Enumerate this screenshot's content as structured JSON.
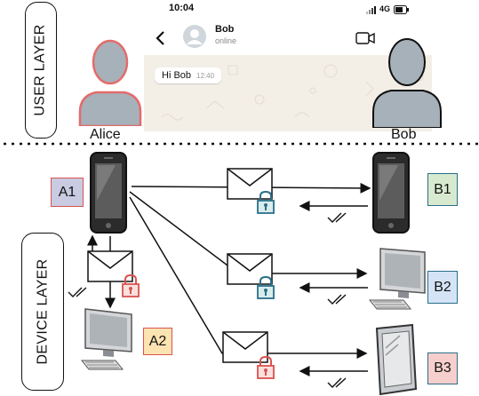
{
  "layers": {
    "user": "USER LAYER",
    "device": "DEVICE LAYER"
  },
  "users": {
    "alice": "Alice",
    "bob": "Bob"
  },
  "chat": {
    "time": "10:04",
    "network": "4G",
    "contact_name": "Bob",
    "contact_status": "online",
    "message_text": "Hi Bob",
    "message_time": "12:40"
  },
  "devices": {
    "a1": "A1",
    "a2": "A2",
    "b1": "B1",
    "b2": "B2",
    "b3": "B3"
  },
  "colors": {
    "a1_fill": "#c8cbe2",
    "a1_border": "#d9534f",
    "a2_fill": "#fbe3b2",
    "a2_border": "#d9534f",
    "b1_fill": "#d7ead0",
    "b1_border": "#2a6f8a",
    "b2_fill": "#d4e4f6",
    "b2_border": "#2a6f8a",
    "b3_fill": "#f6cfcc",
    "b3_border": "#2a6f8a",
    "lock_teal": "#2a6f8a",
    "lock_red": "#d9534f"
  }
}
